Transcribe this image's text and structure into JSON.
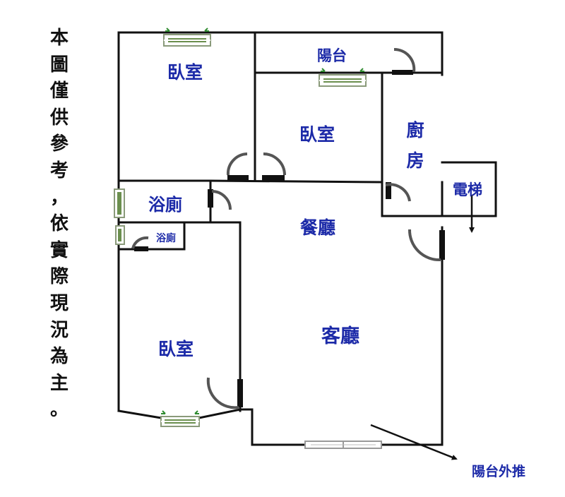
{
  "disclaimer": {
    "chars": [
      "本",
      "圖",
      "僅",
      "供",
      "參",
      "考",
      "，",
      "依",
      "實",
      "際",
      "現",
      "況",
      "為",
      "主",
      "。"
    ]
  },
  "rooms": {
    "bedroom_top_left": "臥室",
    "balcony_top": "陽台",
    "bedroom_top_middle": "臥室",
    "kitchen_line1": "廚",
    "kitchen_line2": "房",
    "bathroom_large": "浴廁",
    "bathroom_small": "浴廁",
    "elevator": "電梯",
    "dining_room": "餐廳",
    "living_room": "客廳",
    "bedroom_bottom_left": "臥室"
  },
  "notes": {
    "balcony_push_out": "陽台外推"
  },
  "colors": {
    "wall": "#111111",
    "label": "#1c2aa8",
    "door_swing": "#555555",
    "window_frame": "#8a9a7a",
    "window_leaf": "#2e8b2e"
  }
}
